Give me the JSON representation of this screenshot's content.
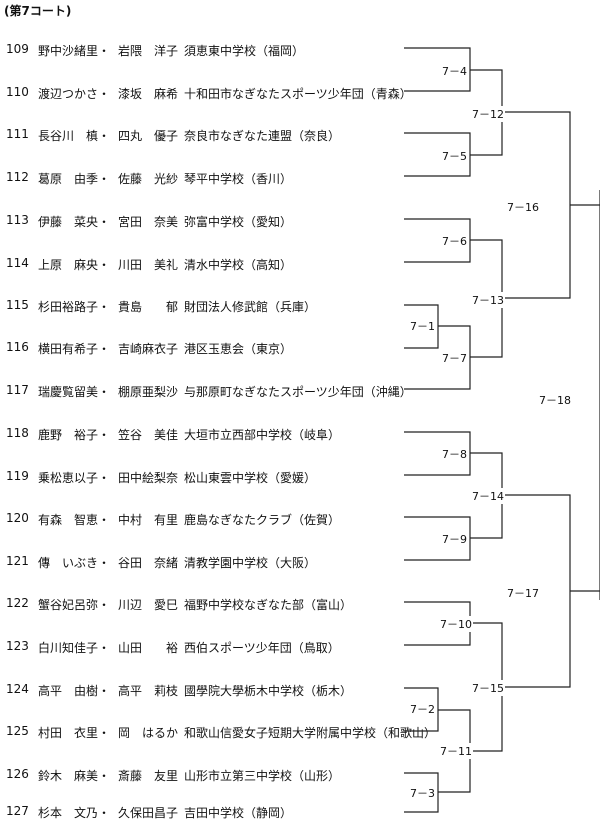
{
  "court_title": "(第7コート)",
  "entries": [
    {
      "num": "109",
      "p1": "野中沙緒里・",
      "p2": "岩隈　洋子",
      "school": "須恵東中学校（福岡）"
    },
    {
      "num": "110",
      "p1": "渡辺つかさ・",
      "p2": "漆坂　麻希",
      "school": "十和田市なぎなたスポーツ少年団（青森）"
    },
    {
      "num": "111",
      "p1": "長谷川　槙・",
      "p2": "四丸　優子",
      "school": "奈良市なぎなた連盟（奈良）"
    },
    {
      "num": "112",
      "p1": "葛原　由季・",
      "p2": "佐藤　光紗",
      "school": "琴平中学校（香川）"
    },
    {
      "num": "113",
      "p1": "伊藤　菜央・",
      "p2": "宮田　奈美",
      "school": "弥富中学校（愛知）"
    },
    {
      "num": "114",
      "p1": "上原　麻央・",
      "p2": "川田　美礼",
      "school": "清水中学校（高知）"
    },
    {
      "num": "115",
      "p1": "杉田裕路子・",
      "p2": "貴島　　郁",
      "school": "財団法人修武館（兵庫）"
    },
    {
      "num": "116",
      "p1": "横田有希子・",
      "p2": "吉崎麻衣子",
      "school": "港区玉恵会（東京）"
    },
    {
      "num": "117",
      "p1": "瑞慶覧留美・",
      "p2": "棚原亜梨沙",
      "school": "与那原町なぎなたスポーツ少年団（沖縄）"
    },
    {
      "num": "118",
      "p1": "鹿野　裕子・",
      "p2": "笠谷　美佳",
      "school": "大垣市立西部中学校（岐阜）"
    },
    {
      "num": "119",
      "p1": "乗松恵以子・",
      "p2": "田中絵梨奈",
      "school": "松山東雲中学校（愛媛）"
    },
    {
      "num": "120",
      "p1": "有森　智恵・",
      "p2": "中村　有里",
      "school": "鹿島なぎなたクラブ（佐賀）"
    },
    {
      "num": "121",
      "p1": "傳　いぶき・",
      "p2": "谷田　奈緒",
      "school": "清教学園中学校（大阪）"
    },
    {
      "num": "122",
      "p1": "蟹谷妃呂弥・",
      "p2": "川辺　愛巳",
      "school": "福野中学校なぎなた部（富山）"
    },
    {
      "num": "123",
      "p1": "白川知佳子・",
      "p2": "山田　　裕",
      "school": "西伯スポーツ少年団（鳥取）"
    },
    {
      "num": "124",
      "p1": "高平　由樹・",
      "p2": "高平　莉枝",
      "school": "國學院大學栃木中学校（栃木）"
    },
    {
      "num": "125",
      "p1": "村田　衣里・",
      "p2": "岡　はるか",
      "school": "和歌山信愛女子短期大学附属中学校（和歌山）"
    },
    {
      "num": "126",
      "p1": "鈴木　麻美・",
      "p2": "斎藤　友里",
      "school": "山形市立第三中学校（山形）"
    },
    {
      "num": "127",
      "p1": "杉本　文乃・",
      "p2": "久保田昌子",
      "school": "吉田中学校（静岡）"
    }
  ],
  "matches": {
    "m1": "7－1",
    "m2": "7－2",
    "m3": "7－3",
    "m4": "7－4",
    "m5": "7－5",
    "m6": "7－6",
    "m7": "7－7",
    "m8": "7－8",
    "m9": "7－9",
    "m10": "7－10",
    "m11": "7－11",
    "m12": "7－12",
    "m13": "7－13",
    "m14": "7－14",
    "m15": "7－15",
    "m16": "7－16",
    "m17": "7－17",
    "m18": "7－18"
  }
}
